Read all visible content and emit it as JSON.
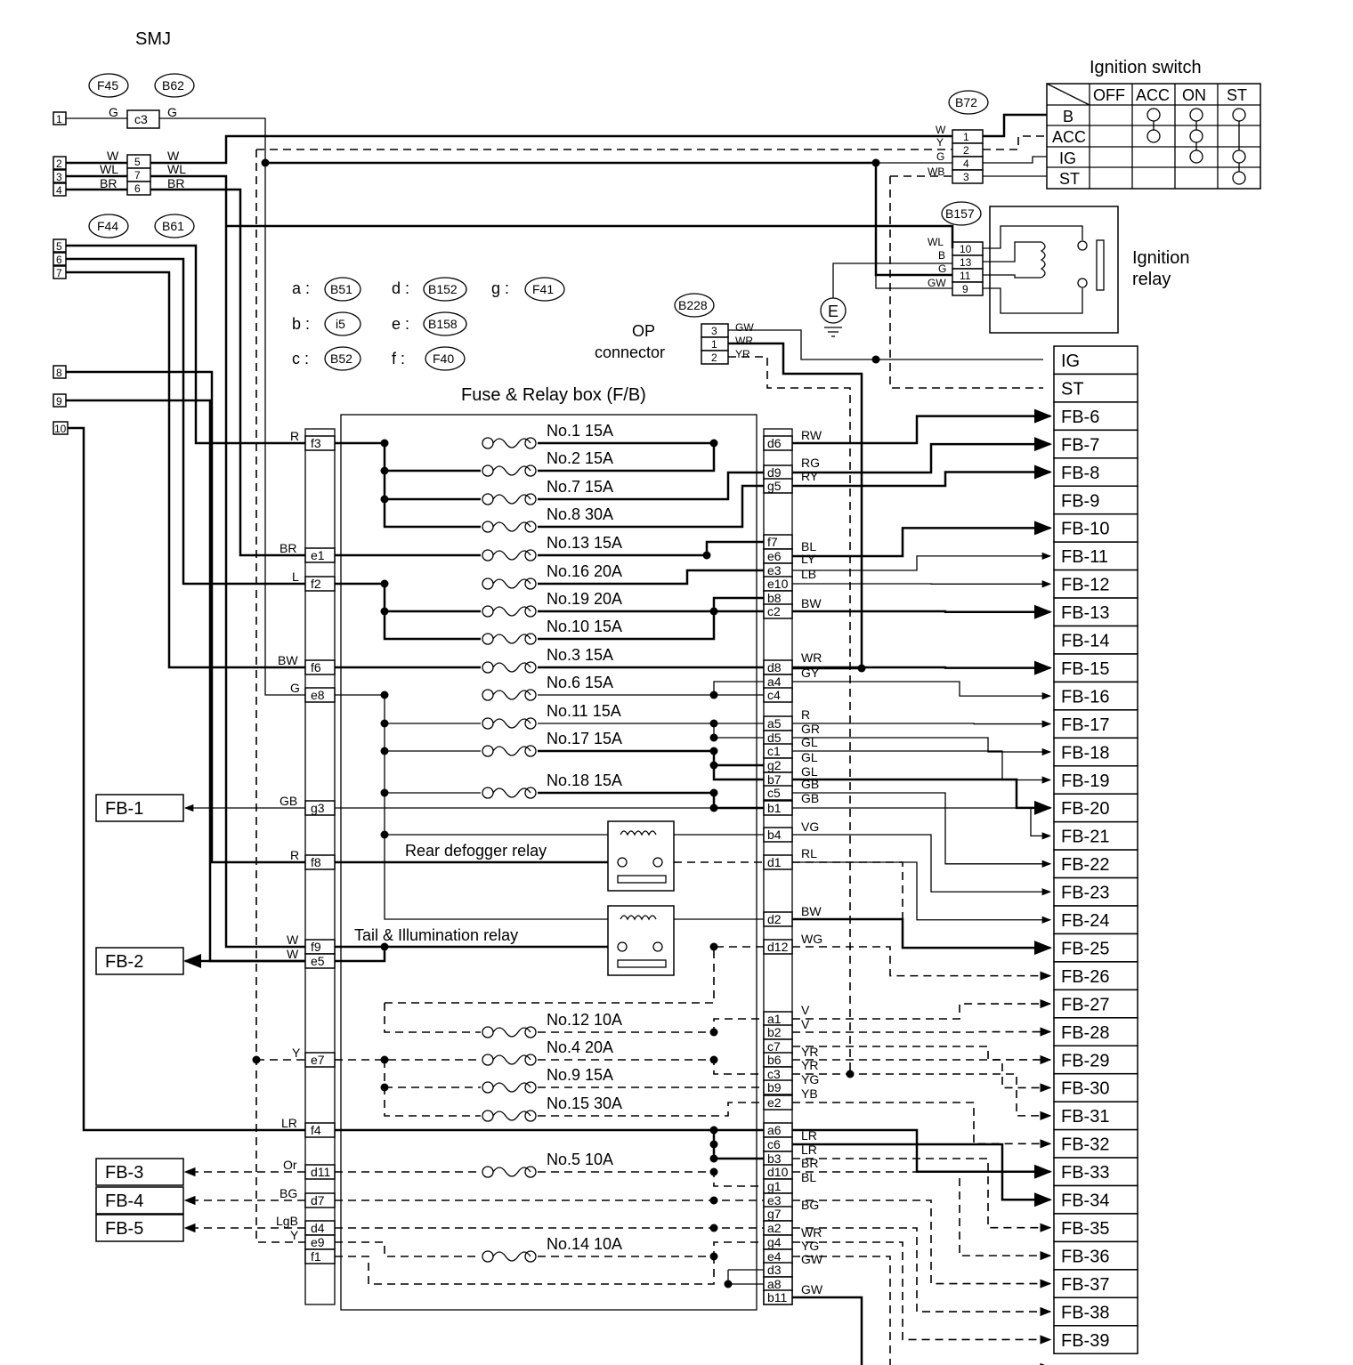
{
  "smj": {
    "title": "SMJ",
    "connectors": [
      "F45",
      "B62",
      "F44",
      "B61"
    ],
    "c3": "c3",
    "pins_a": [
      "1",
      "2",
      "3",
      "4"
    ],
    "pins_b": [
      "5",
      "6",
      "7",
      "8",
      "9",
      "10"
    ],
    "mid_pins": [
      "5",
      "7",
      "6"
    ],
    "wires_left": [
      "G",
      "W",
      "WL",
      "BR"
    ],
    "wires_right": [
      "G",
      "W",
      "WL",
      "BR"
    ]
  },
  "legend": [
    {
      "key": "a :",
      "conn": "B51"
    },
    {
      "key": "b :",
      "conn": "i5"
    },
    {
      "key": "c :",
      "conn": "B52"
    },
    {
      "key": "d :",
      "conn": "B152"
    },
    {
      "key": "e :",
      "conn": "B158"
    },
    {
      "key": "f :",
      "conn": "F40"
    },
    {
      "key": "g :",
      "conn": "F41"
    }
  ],
  "ignition_switch": {
    "title": "Ignition switch",
    "connector": "B72",
    "cols": [
      "OFF",
      "ACC",
      "ON",
      "ST"
    ],
    "rows": [
      "B",
      "ACC",
      "IG",
      "ST"
    ],
    "pins": [
      "1",
      "2",
      "4",
      "3"
    ],
    "wires": [
      "W",
      "Y",
      "G",
      "WB"
    ]
  },
  "ignition_relay": {
    "title_line1": "Ignition",
    "title_line2": "relay",
    "connector": "B157",
    "pins": [
      "10",
      "13",
      "11",
      "9"
    ],
    "wires": [
      "WL",
      "B",
      "G",
      "GW"
    ],
    "ground": "E"
  },
  "op_connector": {
    "line1": "OP",
    "line2": "connector",
    "connector": "B228",
    "pins": [
      "3",
      "1",
      "2"
    ],
    "wires": [
      "GW",
      "WR",
      "YR"
    ]
  },
  "fuse_box": {
    "title": "Fuse & Relay box (F/B)",
    "fuses": [
      "No.1 15A",
      "No.2 15A",
      "No.7 15A",
      "No.8 30A",
      "No.13 15A",
      "No.16 20A",
      "No.19 20A",
      "No.10 15A",
      "No.3 15A",
      "No.6 15A",
      "No.11 15A",
      "No.17 15A",
      "No.18 15A",
      "No.12 10A",
      "No.4 20A",
      "No.9 15A",
      "No.15 30A",
      "No.5 10A",
      "No.14 10A"
    ],
    "relays": [
      "Rear defogger relay",
      "Tail & Illumination relay"
    ],
    "left_terms": [
      "f3",
      "e1",
      "f2",
      "f6",
      "e8",
      "g3",
      "f8",
      "f9",
      "e5",
      "e7",
      "f4",
      "d11",
      "d7",
      "d4",
      "e9",
      "f1"
    ],
    "left_wires": [
      "R",
      "BR",
      "L",
      "BW",
      "G",
      "GB",
      "R",
      "W",
      "W",
      "Y",
      "LR",
      "Or",
      "BG",
      "LgB",
      "Y"
    ],
    "right_terms": [
      "d6",
      "d9",
      "g5",
      "f7",
      "e6",
      "e3",
      "e10",
      "b8",
      "c2",
      "d8",
      "a4",
      "c4",
      "a5",
      "d5",
      "c1",
      "g2",
      "b7",
      "c5",
      "b1",
      "b4",
      "d1",
      "d2",
      "d12",
      "a1",
      "b2",
      "c7",
      "b6",
      "c3",
      "b9",
      "e2",
      "a6",
      "c6",
      "b3",
      "d10",
      "g1",
      "e3",
      "g7",
      "a2",
      "g4",
      "e4",
      "d3",
      "a8",
      "b11"
    ],
    "right_wires": [
      "RW",
      "RG",
      "RY",
      "BL",
      "LY",
      "LB",
      "BW",
      "WR",
      "GY",
      "R",
      "GR",
      "GL",
      "GL",
      "GL",
      "GB",
      "GB",
      "VG",
      "RL",
      "BW",
      "WG",
      "V",
      "V",
      "YR",
      "YR",
      "YG",
      "YB",
      "LR",
      "LR",
      "BR",
      "BL",
      "BG",
      "WR",
      "YG",
      "GW",
      "GW"
    ]
  },
  "outputs_right": [
    "IG",
    "ST",
    "FB-6",
    "FB-7",
    "FB-8",
    "FB-9",
    "FB-10",
    "FB-11",
    "FB-12",
    "FB-13",
    "FB-14",
    "FB-15",
    "FB-16",
    "FB-17",
    "FB-18",
    "FB-19",
    "FB-20",
    "FB-21",
    "FB-22",
    "FB-23",
    "FB-24",
    "FB-25",
    "FB-26",
    "FB-27",
    "FB-28",
    "FB-29",
    "FB-30",
    "FB-31",
    "FB-32",
    "FB-33",
    "FB-34",
    "FB-35",
    "FB-36",
    "FB-37",
    "FB-38",
    "FB-39"
  ],
  "outputs_left": [
    "FB-1",
    "FB-2",
    "FB-3",
    "FB-4",
    "FB-5"
  ]
}
